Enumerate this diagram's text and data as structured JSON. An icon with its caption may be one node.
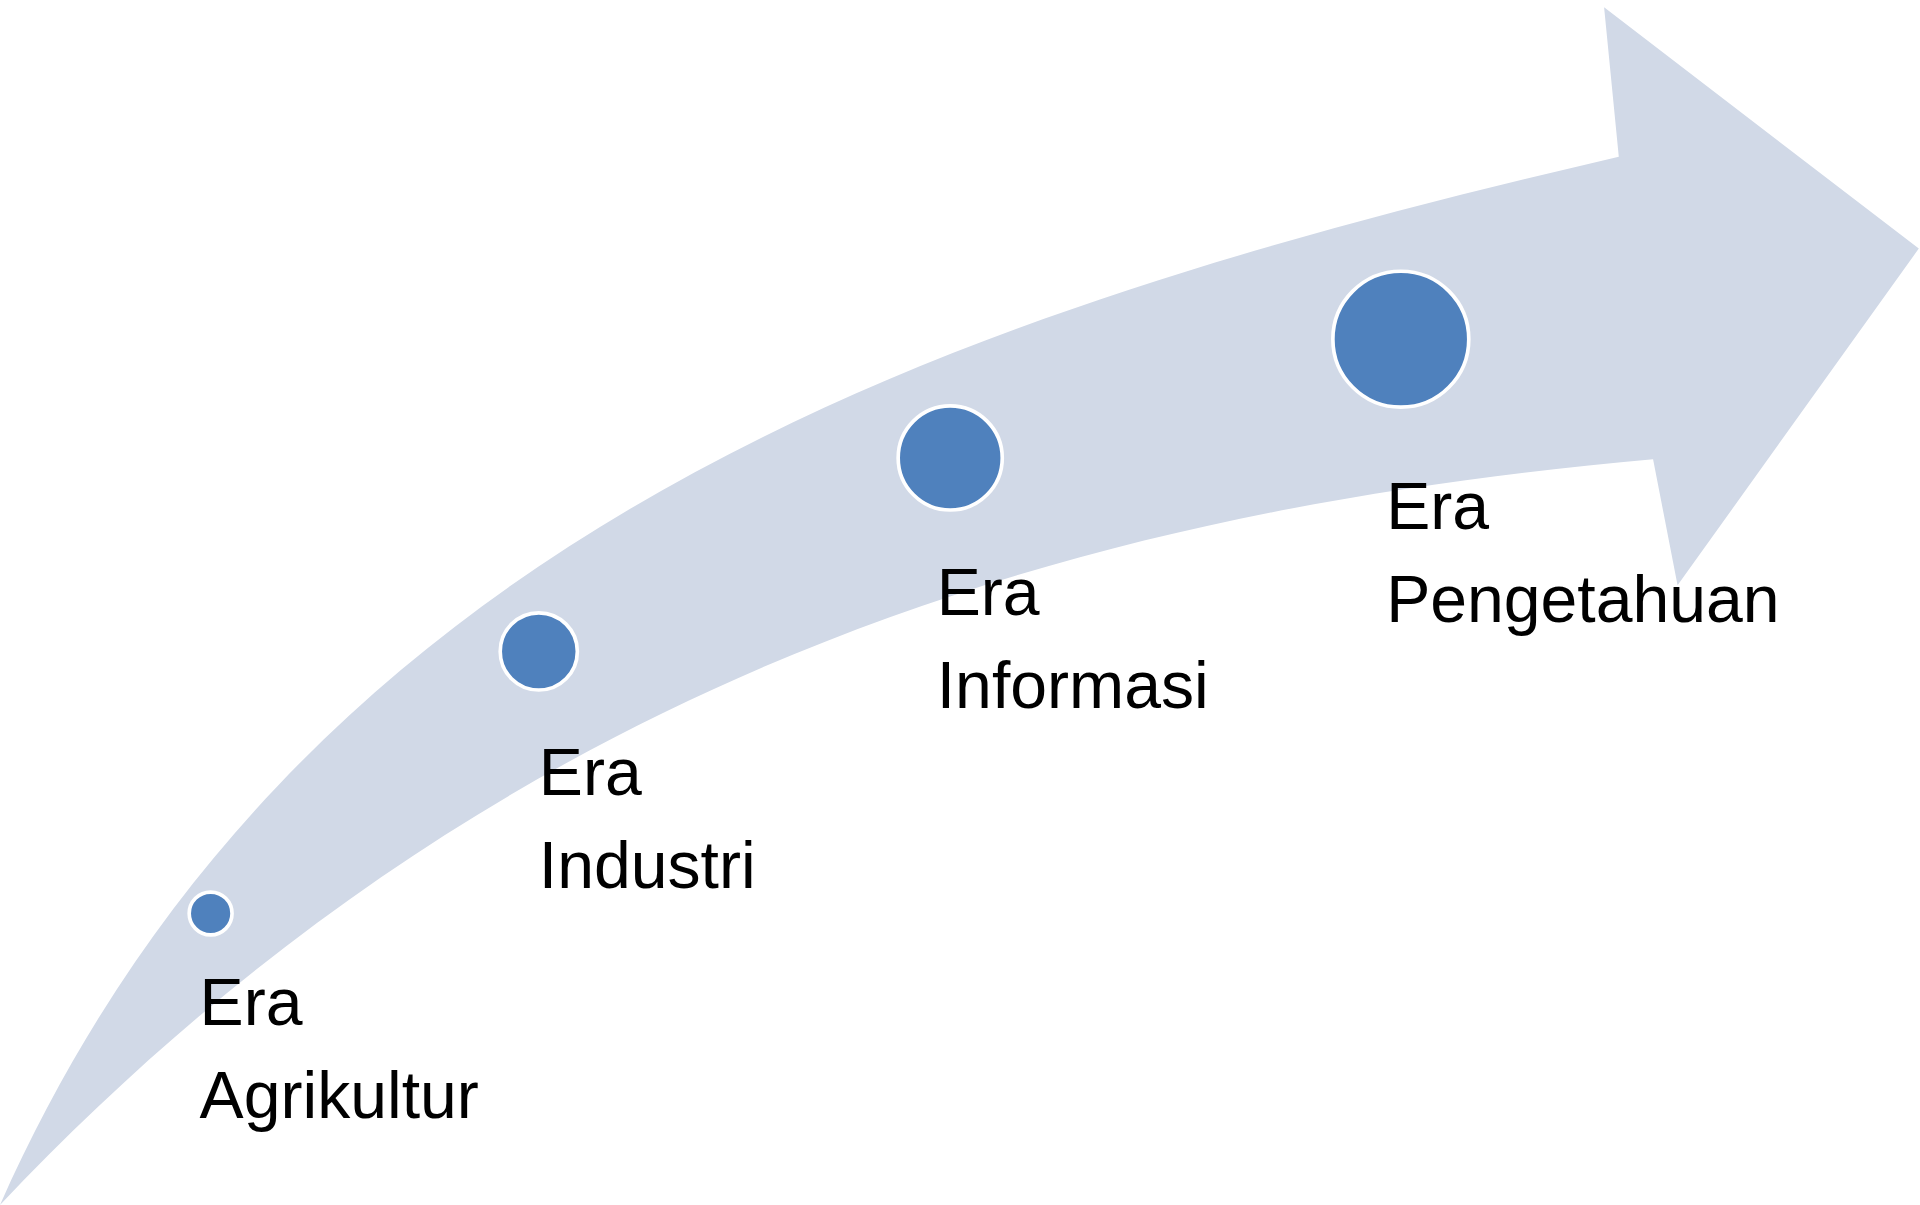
{
  "diagram": {
    "nodes": [
      {
        "text": [],
        "shape": "circle",
        "beside": [
          "Era Agrikultur"
        ]
      },
      {
        "text": [],
        "shape": "circle",
        "beside": [
          "Era Industri"
        ]
      },
      {
        "text": [],
        "shape": "circle",
        "beside": [
          "Era Informasi"
        ]
      },
      {
        "text": [],
        "shape": "circle",
        "beside": [
          "Era Pengetahuan"
        ]
      }
    ]
  }
}
